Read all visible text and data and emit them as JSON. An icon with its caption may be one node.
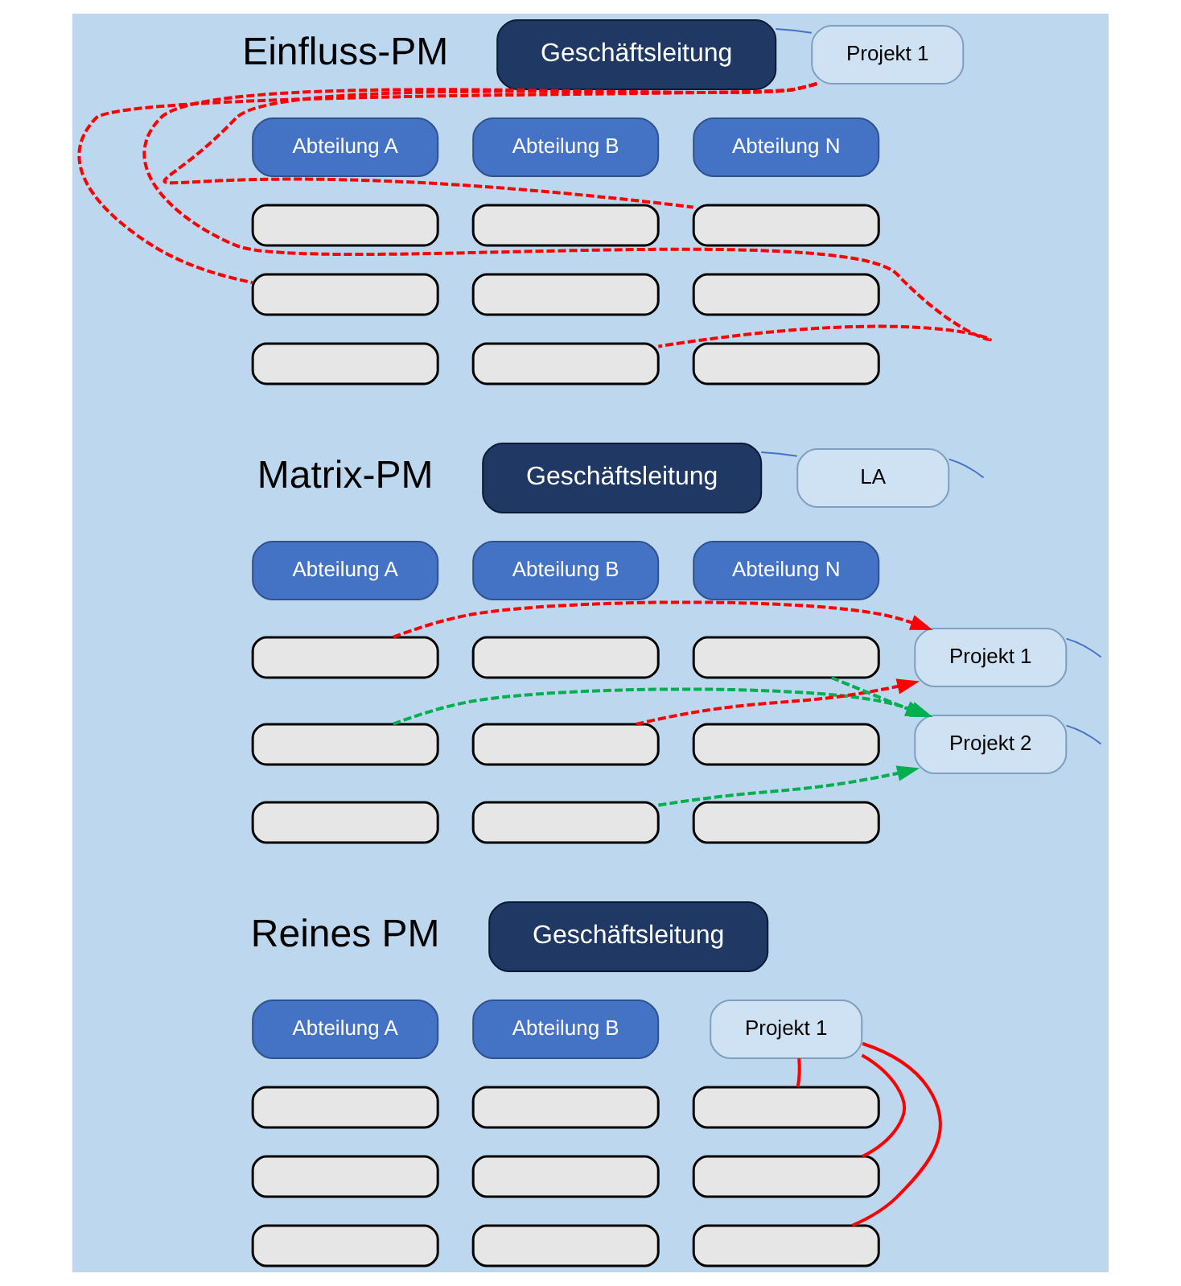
{
  "diagram": {
    "nodes": [
      {
        "text": [
          "Geschäftsleitung"
        ]
      },
      {
        "text": [
          "Projekt 1"
        ]
      },
      {
        "text": [
          "Abteilung A"
        ]
      },
      {
        "text": [
          "Abteilung B"
        ]
      },
      {
        "text": [
          "Abteilung N"
        ]
      },
      {
        "text": [],
        "shape": "box"
      },
      {
        "text": [],
        "shape": "box"
      },
      {
        "text": [],
        "shape": "box"
      },
      {
        "text": [],
        "shape": "box"
      },
      {
        "text": [],
        "shape": "box"
      },
      {
        "text": [],
        "shape": "box"
      },
      {
        "text": [],
        "shape": "box"
      },
      {
        "text": [],
        "shape": "box"
      },
      {
        "text": [],
        "shape": "box"
      },
      {
        "text": [
          "Geschäftsleitung"
        ]
      },
      {
        "text": [
          "LA"
        ]
      },
      {
        "text": [
          "Abteilung A"
        ]
      },
      {
        "text": [
          "Abteilung B"
        ]
      },
      {
        "text": [
          "Abteilung N"
        ]
      },
      {
        "text": [
          "Projekt 1"
        ]
      },
      {
        "text": [
          "Projekt 2"
        ]
      },
      {
        "text": [],
        "shape": "box"
      },
      {
        "text": [],
        "shape": "box"
      },
      {
        "text": [],
        "shape": "box"
      },
      {
        "text": [],
        "shape": "box"
      },
      {
        "text": [],
        "shape": "box"
      },
      {
        "text": [],
        "shape": "box"
      },
      {
        "text": [],
        "shape": "box"
      },
      {
        "text": [],
        "shape": "box"
      },
      {
        "text": [],
        "shape": "box"
      },
      {
        "text": [
          "Geschäftsleitung"
        ]
      },
      {
        "text": [
          "Abteilung A"
        ]
      },
      {
        "text": [
          "Abteilung B"
        ]
      },
      {
        "text": [
          "Projekt 1"
        ]
      },
      {
        "text": [],
        "shape": "box"
      },
      {
        "text": [],
        "shape": "box"
      },
      {
        "text": [],
        "shape": "box"
      },
      {
        "text": [],
        "shape": "box"
      },
      {
        "text": [],
        "shape": "box"
      },
      {
        "text": [],
        "shape": "box"
      },
      {
        "text": [],
        "shape": "box"
      },
      {
        "text": [],
        "shape": "box"
      },
      {
        "text": [],
        "shape": "box"
      }
    ],
    "edges": [
      {
        "from": 0,
        "to": 1,
        "arrow": "none",
        "color": "#4472c4"
      },
      {
        "from": 1,
        "to": 6,
        "arrow": "none",
        "style": "dashed",
        "color": "#ff0000"
      },
      {
        "from": 1,
        "to": 10,
        "arrow": "none",
        "style": "dashed",
        "color": "#ff0000"
      },
      {
        "from": 1,
        "to": 11,
        "arrow": "none",
        "style": "dashed",
        "color": "#ff0000"
      },
      {
        "from": 14,
        "to": 15,
        "arrow": "none",
        "color": "#4472c4"
      },
      {
        "from": 15,
        "to": null,
        "arrow": "none",
        "color": "#4472c4"
      },
      {
        "from": 19,
        "to": null,
        "arrow": "none",
        "color": "#4472c4"
      },
      {
        "from": 20,
        "to": null,
        "arrow": "none",
        "color": "#4472c4"
      },
      {
        "from": 21,
        "to": 19,
        "arrow": "to",
        "style": "dashed",
        "color": "#ff0000"
      },
      {
        "from": 25,
        "to": 19,
        "arrow": "to",
        "style": "dashed",
        "color": "#ff0000"
      },
      {
        "from": 22,
        "to": 20,
        "arrow": "to",
        "style": "dashed",
        "color": "#00b050"
      },
      {
        "from": 26,
        "to": 20,
        "arrow": "to",
        "style": "dashed",
        "color": "#00b050"
      },
      {
        "from": 27,
        "to": 20,
        "arrow": "to",
        "style": "dashed",
        "color": "#00b050"
      },
      {
        "from": 33,
        "to": 40,
        "arrow": "none",
        "color": "#ff0000"
      },
      {
        "from": 33,
        "to": 41,
        "arrow": "none",
        "color": "#ff0000"
      },
      {
        "from": 33,
        "to": 42,
        "arrow": "none",
        "color": "#ff0000"
      }
    ],
    "labels": [
      "Einfluss-PM",
      "Matrix-PM",
      "Reines PM"
    ]
  }
}
